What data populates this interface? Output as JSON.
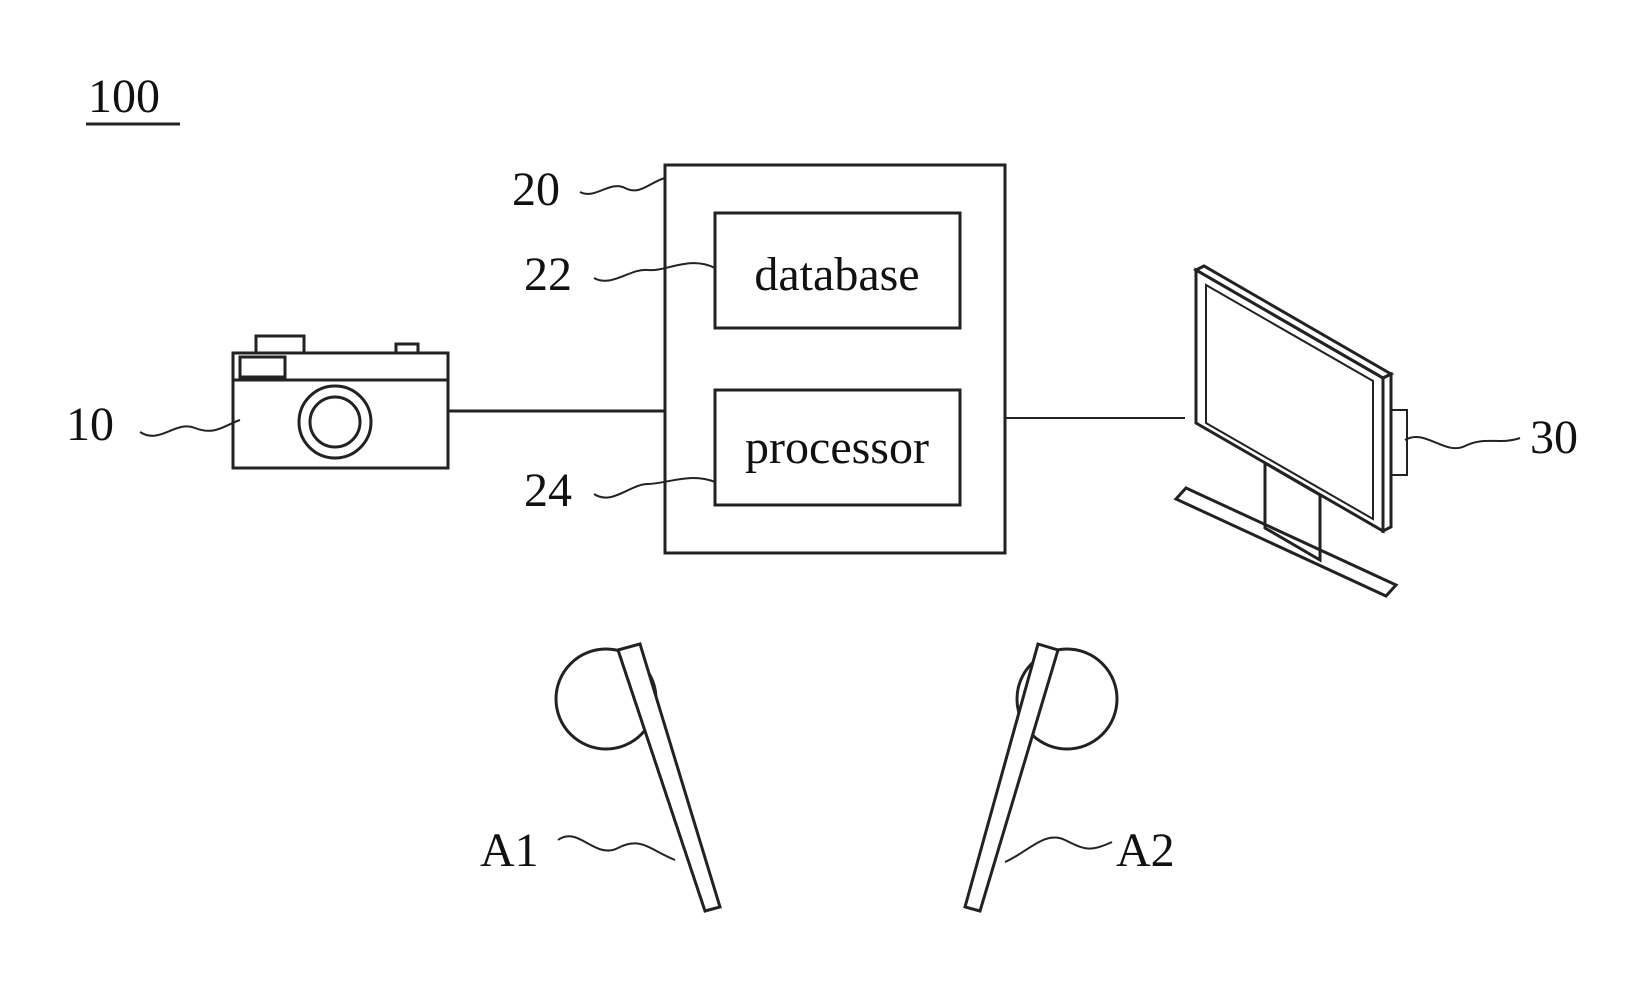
{
  "figure": {
    "number": "100",
    "labels": {
      "camera": "10",
      "system": "20",
      "database": "22",
      "processor": "24",
      "display": "30",
      "user1": "A1",
      "user2": "A2"
    },
    "boxes": {
      "database": "database",
      "processor": "processor"
    }
  }
}
